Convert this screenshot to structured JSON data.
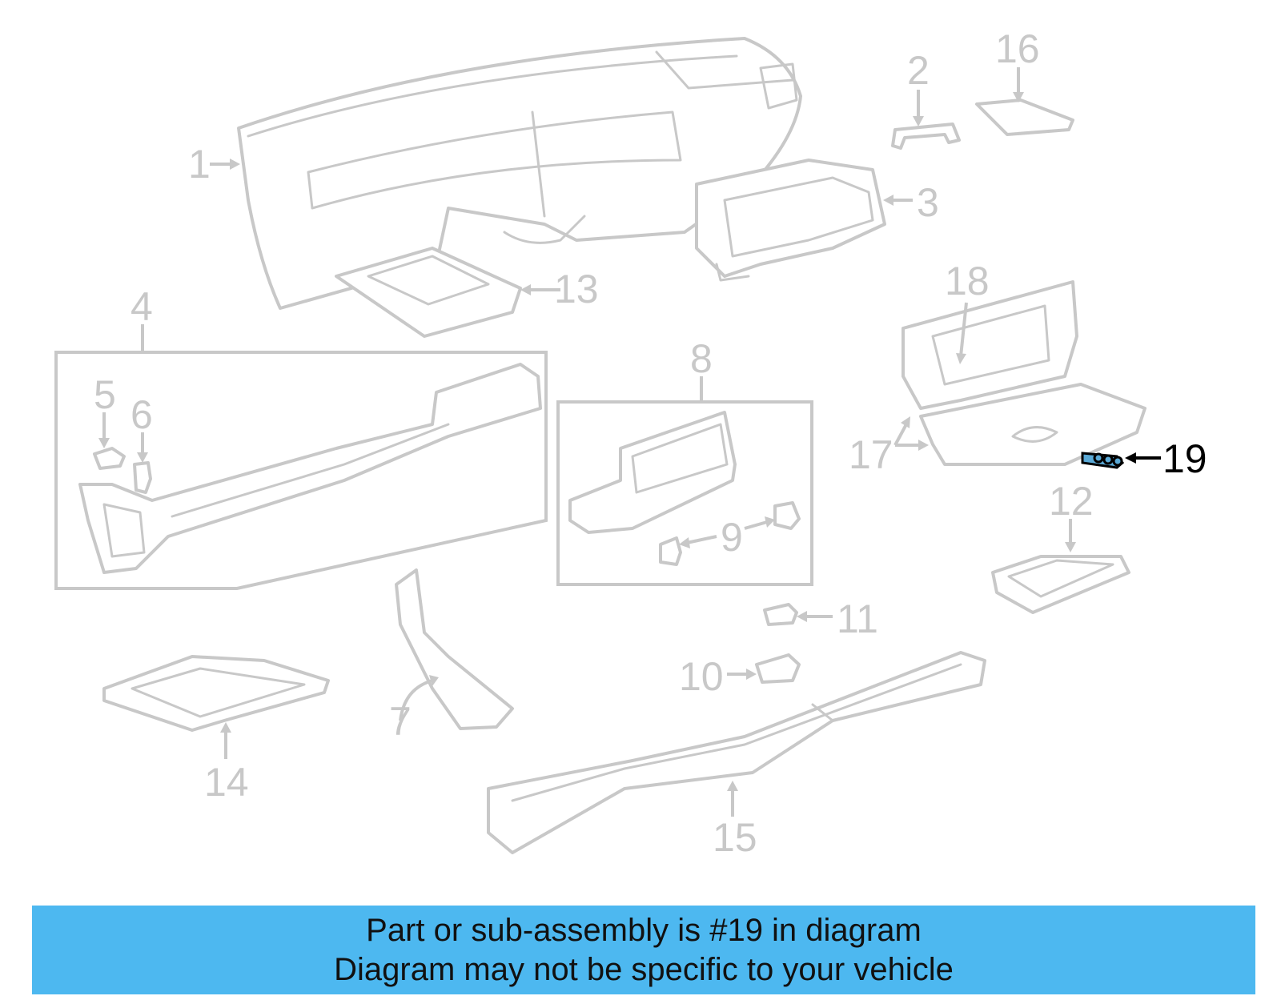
{
  "callouts": {
    "c1": "1",
    "c2": "2",
    "c3": "3",
    "c4": "4",
    "c5": "5",
    "c6": "6",
    "c7": "7",
    "c8": "8",
    "c9": "9",
    "c10": "10",
    "c11": "11",
    "c12": "12",
    "c13": "13",
    "c14": "14",
    "c15": "15",
    "c16": "16",
    "c17": "17",
    "c18": "18",
    "c19": "19"
  },
  "highlighted_part": "19",
  "colors": {
    "line_gray": "#c8c8c8",
    "highlight_black": "#000000",
    "highlight_fill": "#5aa9d6",
    "banner_bg": "#4db8f0"
  },
  "banner": {
    "line1": "Part or sub-assembly is #19 in diagram",
    "line2": "Diagram may not be specific to your vehicle"
  }
}
